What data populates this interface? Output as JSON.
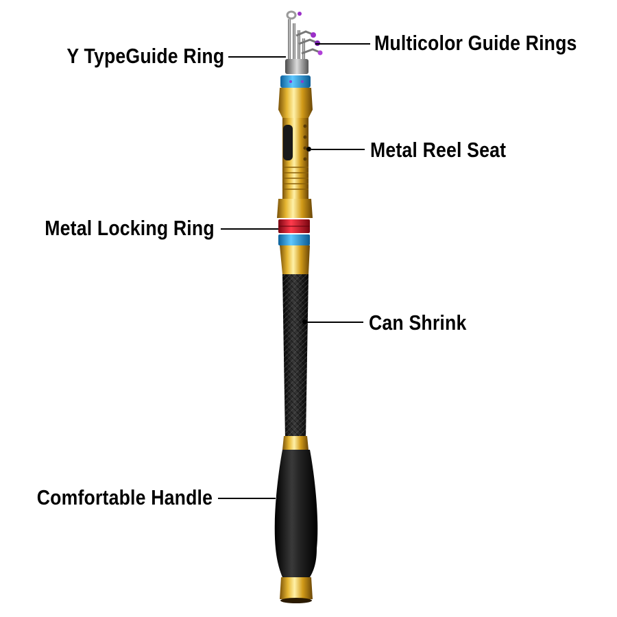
{
  "labels": {
    "guide_ring": "Y TypeGuide Ring",
    "guide_rings": "Multicolor Guide Rings",
    "reel_seat": "Metal Reel Seat",
    "locking_ring": "Metal Locking Ring",
    "shrink": "Can Shrink",
    "handle": "Comfortable Handle"
  },
  "colors": {
    "text": "#000000",
    "gold": "#d8a21c",
    "blue_ring": "#1e9be0",
    "red_ring": "#d81428",
    "carbon": "#1a1a1a",
    "grip": "#111111",
    "guide_metal": "#8a8a8a",
    "guide_purple": "#9b30c8"
  }
}
